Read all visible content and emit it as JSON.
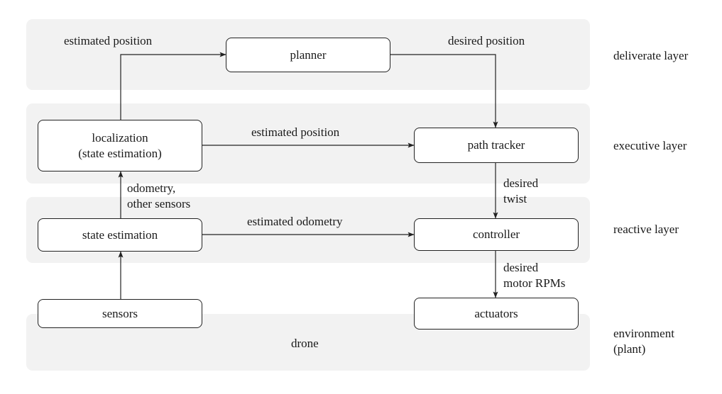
{
  "layers": {
    "deliberate": "deliverate layer",
    "executive": "executive layer",
    "reactive": "reactive layer",
    "environment_line1": "environment",
    "environment_line2": "(plant)"
  },
  "nodes": {
    "planner": "planner",
    "localization_line1": "localization",
    "localization_line2": "(state estimation)",
    "path_tracker": "path tracker",
    "state_estimation": "state estimation",
    "controller": "controller",
    "sensors": "sensors",
    "actuators": "actuators"
  },
  "environment_label": "drone",
  "edge_labels": {
    "loc_to_planner": "estimated position",
    "planner_to_tracker": "desired position",
    "loc_to_tracker": "estimated position",
    "odometry_line1": "odometry,",
    "odometry_line2": "other sensors",
    "state_to_controller": "estimated odometry",
    "twist_line1": "desired",
    "twist_line2": "twist",
    "rpm_line1": "desired",
    "rpm_line2": "motor RPMs"
  },
  "colors": {
    "band": "#f2f2f2",
    "stroke": "#222222"
  }
}
